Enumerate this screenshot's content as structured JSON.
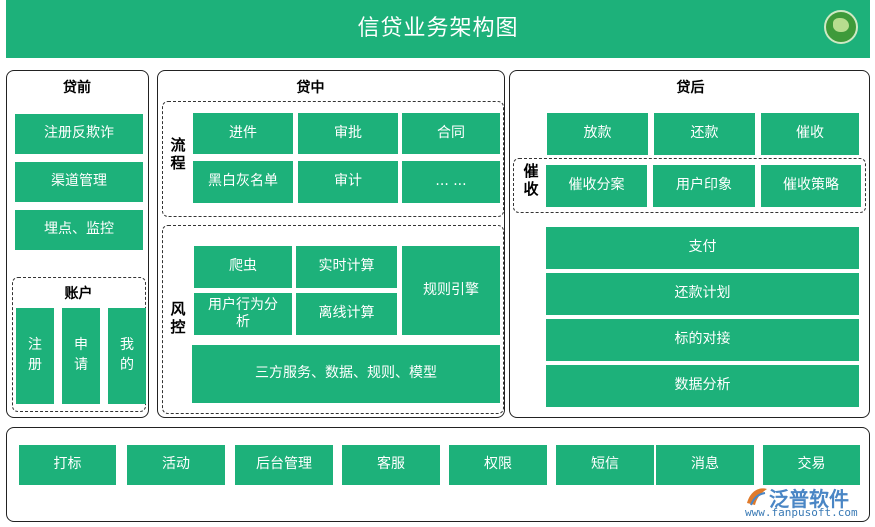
{
  "title": "信贷业务架构图",
  "pre_loan": {
    "heading": "贷前",
    "items": [
      "注册反欺诈",
      "渠道管理",
      "埋点、监控"
    ],
    "account": {
      "heading": "账户",
      "items": [
        "注册",
        "申请",
        "我的"
      ]
    }
  },
  "in_loan": {
    "heading": "贷中",
    "process": {
      "label": "流程",
      "row1": [
        "进件",
        "审批",
        "合同"
      ],
      "row2": [
        "黑白灰名单",
        "审计",
        "... ..."
      ]
    },
    "risk": {
      "label": "风控",
      "crawler": "爬虫",
      "realtime": "实时计算",
      "user_behavior": "用户行为分析",
      "offline": "离线计算",
      "rule_engine": "规则引擎",
      "third_party": "三方服务、数据、规则、模型"
    }
  },
  "post_loan": {
    "heading": "贷后",
    "row1": [
      "放款",
      "还款",
      "催收"
    ],
    "collection": {
      "label": "催收",
      "items": [
        "催收分案",
        "用户印象",
        "催收策略"
      ]
    },
    "stack": [
      "支付",
      "还款计划",
      "标的对接",
      "数据分析"
    ]
  },
  "bottom": [
    "打标",
    "活动",
    "后台管理",
    "客服",
    "权限",
    "短信",
    "消息",
    "交易"
  ],
  "watermark": {
    "brand": "泛普软件",
    "url": "www.fanpusoft.com"
  },
  "colors": {
    "accent": "#1db17a",
    "border": "#222222"
  }
}
